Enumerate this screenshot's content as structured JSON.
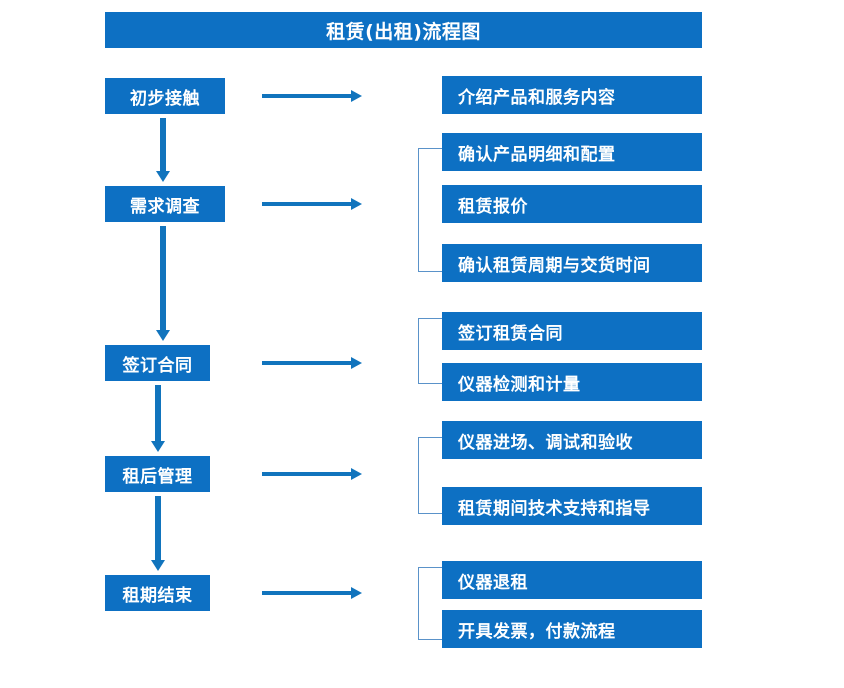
{
  "diagram": {
    "title": "租赁(出租)流程图",
    "colors": {
      "box_fill": "#0d70c3",
      "box_text": "#ffffff",
      "arrow": "#1174bd",
      "bracket": "#5a92c9",
      "background": "#ffffff"
    },
    "stages": [
      {
        "id": "stage-1",
        "label": "初步接触"
      },
      {
        "id": "stage-2",
        "label": "需求调查"
      },
      {
        "id": "stage-3",
        "label": "签订合同"
      },
      {
        "id": "stage-4",
        "label": "租后管理"
      },
      {
        "id": "stage-5",
        "label": "租期结束"
      }
    ],
    "details": [
      {
        "group": 1,
        "items": [
          "介绍产品和服务内容"
        ]
      },
      {
        "group": 2,
        "items": [
          "确认产品明细和配置",
          "租赁报价",
          "确认租赁周期与交货时间"
        ]
      },
      {
        "group": 3,
        "items": [
          "签订租赁合同",
          "仪器检测和计量"
        ]
      },
      {
        "group": 4,
        "items": [
          "仪器进场、调试和验收",
          "租赁期间技术支持和指导"
        ]
      },
      {
        "group": 5,
        "items": [
          "仪器退租",
          "开具发票，付款流程"
        ]
      }
    ],
    "detail_flat": [
      "介绍产品和服务内容",
      "确认产品明细和配置",
      "租赁报价",
      "确认租赁周期与交货时间",
      "签订租赁合同",
      "仪器检测和计量",
      "仪器进场、调试和验收",
      "租赁期间技术支持和指导",
      "仪器退租",
      "开具发票，付款流程"
    ],
    "flow_arrows": {
      "horizontal_count": 5,
      "vertical_count": 4,
      "bracket_count": 4
    }
  }
}
